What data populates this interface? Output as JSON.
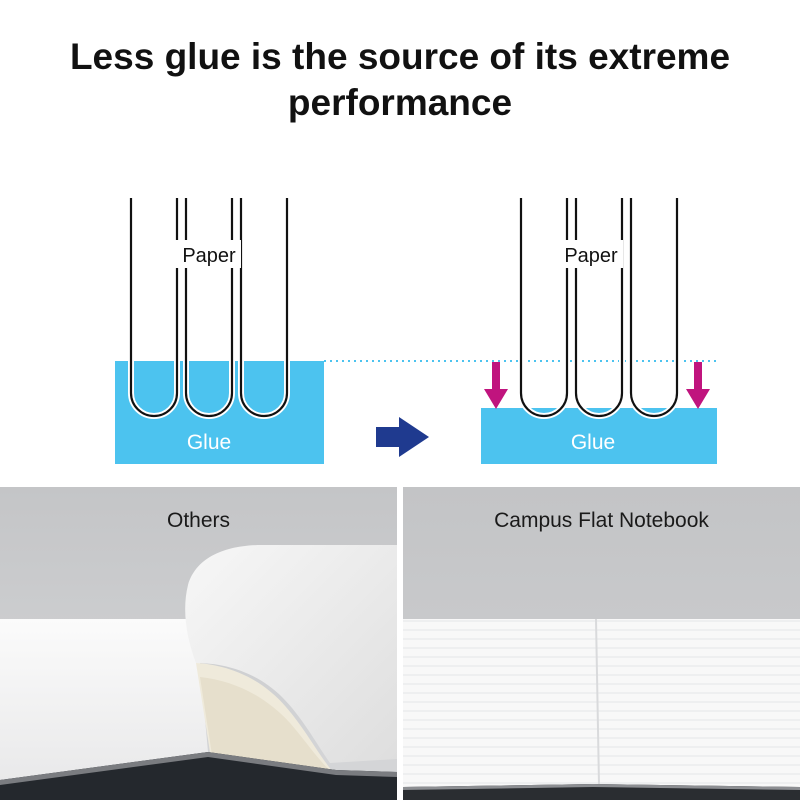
{
  "headline": {
    "line1": "Less glue is the source of its extreme",
    "line2": "performance"
  },
  "diagram": {
    "left": {
      "paper_label": "Paper",
      "glue_label": "Glue"
    },
    "right": {
      "paper_label": "Paper",
      "glue_label": "Glue"
    },
    "arrow_icon": "right-arrow-icon",
    "down_arrow_icon": "down-arrow-icon",
    "colors": {
      "glue": "#4cc3ef",
      "glue_text": "#ffffff",
      "arrow_blue": "#1f3a8f",
      "arrow_magenta": "#c0147e",
      "paper_line": "#111111",
      "dotted_line": "#4cc3ef"
    }
  },
  "photos": {
    "left": {
      "caption": "Others"
    },
    "right": {
      "caption": "Campus Flat Notebook"
    }
  }
}
